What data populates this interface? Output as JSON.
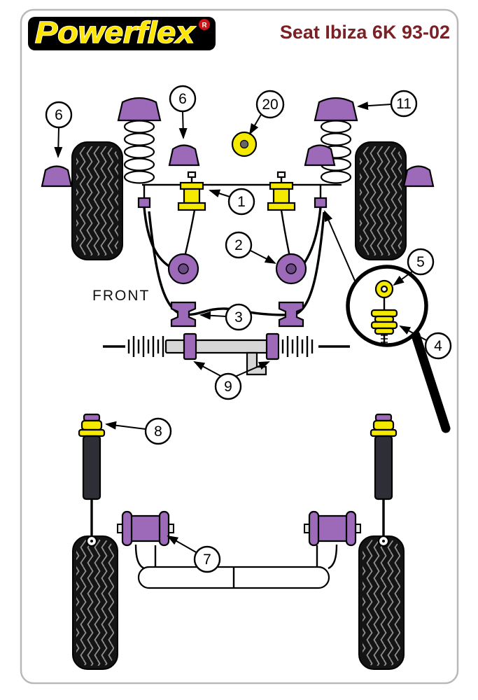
{
  "header": {
    "brand": "Powerflex",
    "reg_mark": "R",
    "title": "Seat Ibiza 6K 93-02"
  },
  "diagram": {
    "front_label": "FRONT",
    "callouts": [
      {
        "id": "callout-6-left",
        "label": "6"
      },
      {
        "id": "callout-6-center",
        "label": "6"
      },
      {
        "id": "callout-20",
        "label": "20"
      },
      {
        "id": "callout-11",
        "label": "11"
      },
      {
        "id": "callout-1",
        "label": "1"
      },
      {
        "id": "callout-2",
        "label": "2"
      },
      {
        "id": "callout-3",
        "label": "3"
      },
      {
        "id": "callout-5",
        "label": "5"
      },
      {
        "id": "callout-4",
        "label": "4"
      },
      {
        "id": "callout-9",
        "label": "9"
      },
      {
        "id": "callout-8",
        "label": "8"
      },
      {
        "id": "callout-7",
        "label": "7"
      }
    ]
  },
  "colors": {
    "purple": "#9c6ab8",
    "yellow": "#f6e900",
    "title_red": "#7b2125",
    "logo_bg": "#000000",
    "logo_text": "#ffe600",
    "reg_red": "#d01317",
    "tire_black": "#141414",
    "border_gray": "#b9b9b9"
  }
}
